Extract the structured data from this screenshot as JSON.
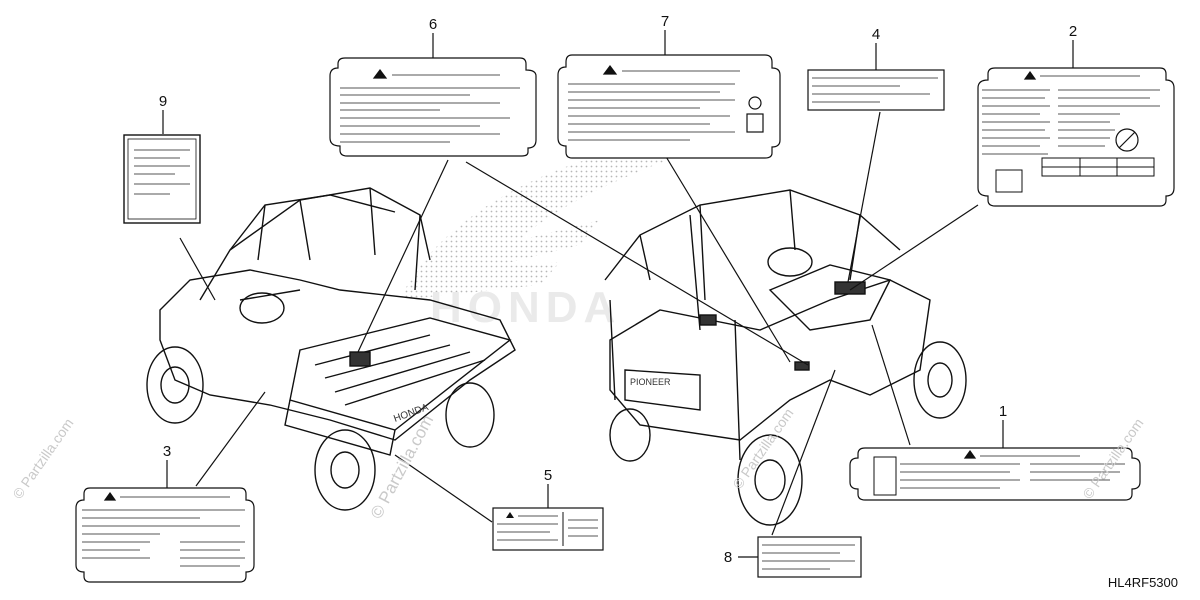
{
  "diagram": {
    "labels": [
      {
        "id": "label-1",
        "number": "1"
      },
      {
        "id": "label-2",
        "number": "2"
      },
      {
        "id": "label-3",
        "number": "3"
      },
      {
        "id": "label-4",
        "number": "4"
      },
      {
        "id": "label-5",
        "number": "5"
      },
      {
        "id": "label-6",
        "number": "6"
      },
      {
        "id": "label-7",
        "number": "7"
      },
      {
        "id": "label-8",
        "number": "8"
      },
      {
        "id": "label-9",
        "number": "9"
      }
    ],
    "diagram_code": "HL4RF5300",
    "watermark": "© Partzilla.com",
    "vehicle_badge": "PIONEER",
    "cargo_text": "HONDA",
    "brand_watermark": "HONDA"
  }
}
